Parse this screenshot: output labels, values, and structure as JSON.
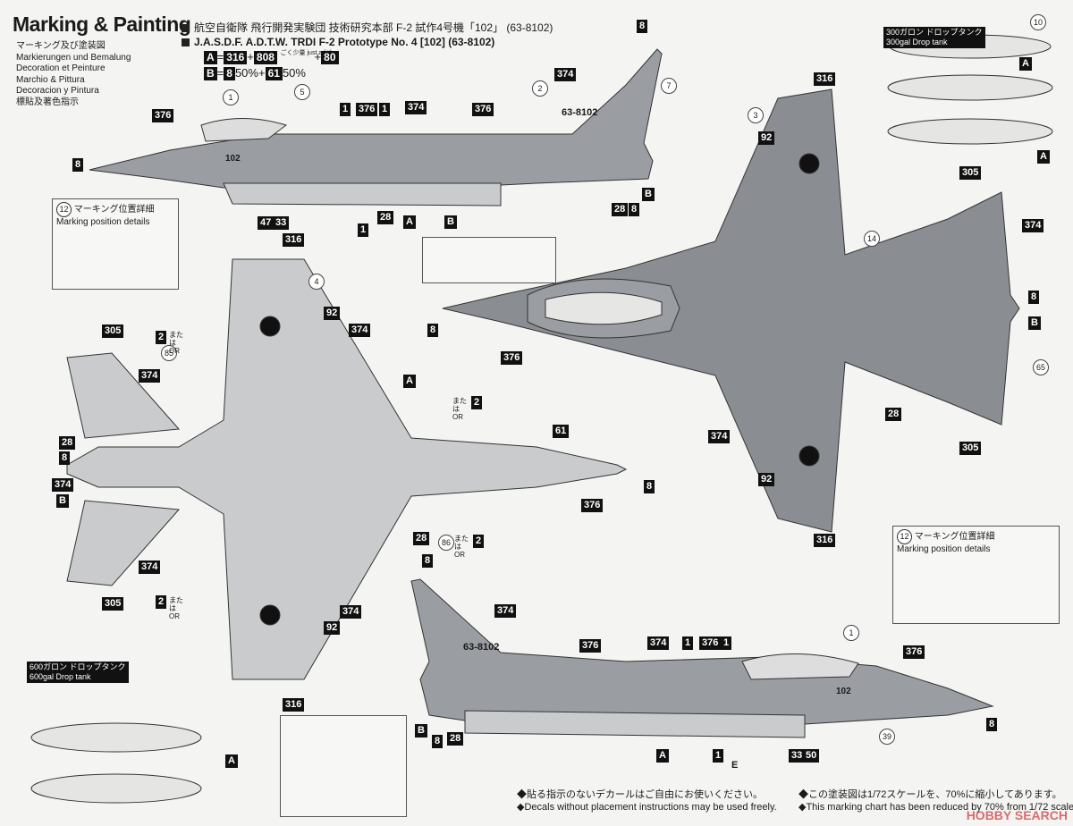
{
  "header": {
    "title": "Marking & Painting",
    "languages": [
      "マーキング及び塗装図",
      "Markierungen und Bemalung",
      "Decoration et Peinture",
      "Marchio & Pittura",
      "Decoracion y Pintura",
      "標貼及著色指示"
    ],
    "line_jp": "航空自衛隊 飛行開発実験団 技術研究本部 F-2 試作4号機「102」 (63-8102)",
    "line_en": "J.A.S.D.F. A.D.T.W. TRDI F-2 Prototype No. 4 [102] (63-8102)"
  },
  "formulas": {
    "a_label": "A",
    "a_eq": "=",
    "a_c1": "316",
    "a_plus": "+",
    "a_c2": "808",
    "a_note": "ごく少量 just a little",
    "a_plus2": "+",
    "a_c3": "80",
    "b_label": "B",
    "b_eq": "=",
    "b_c1": "8",
    "b_p1": "50%",
    "b_plus": "+",
    "b_c2": "61",
    "b_p2": "50%"
  },
  "tanks": {
    "t300_jp": "300ガロン ドロップタンク",
    "t300_en": "300gal Drop tank",
    "t600_jp": "600ガロン ドロップタンク",
    "t600_en": "600gal Drop tank"
  },
  "marking_detail": {
    "jp": "マーキング位置詳細",
    "en": "Marking position details",
    "num": "12"
  },
  "aircraft_code": "63-8102",
  "nose_number": "102",
  "labels": {
    "c376": "376",
    "c374": "374",
    "c8": "8",
    "c316": "316",
    "c92": "92",
    "c305": "305",
    "c28": "28",
    "c61": "61",
    "c47": "47",
    "c33": "33",
    "c1": "1",
    "c2": "2",
    "cA": "A",
    "cB": "B",
    "c50": "50",
    "cE": "E"
  },
  "or_note": "または OR",
  "footnotes": {
    "left_jp": "◆貼る指示のないデカールはご自由にお使いください。",
    "left_en": "◆Decals without placement instructions may be used freely.",
    "right_jp": "◆この塗装図は1/72スケールを、70%に縮小してあります。",
    "right_en": "◆This marking chart has been reduced by 70% from 1/72 scale."
  },
  "watermark": "HOBBY SEARCH",
  "colors": {
    "gray_dark": "#8a8e92",
    "gray_light": "#c9cbcd",
    "ink": "#1a1a1a"
  }
}
